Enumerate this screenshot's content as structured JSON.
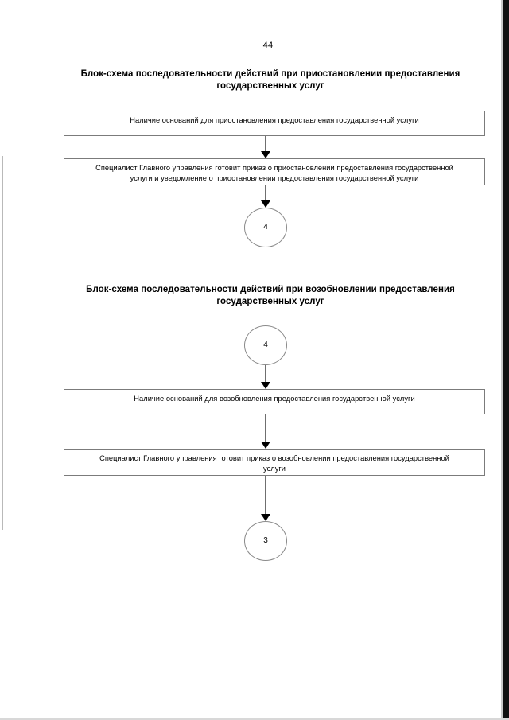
{
  "page": {
    "number": "44"
  },
  "sections": [
    {
      "title": "Блок-схема последовательности действий при приостановлении предоставления государственных услуг",
      "nodes": [
        {
          "type": "process",
          "text": "Наличие оснований для приостановления предоставления государственной услуги"
        },
        {
          "type": "process",
          "text": "Специалист Главного управления готовит приказ о приостановлении предоставления государственной услуги и уведомление о приостановлении предоставления государственной услуги"
        },
        {
          "type": "connector",
          "text": "4"
        }
      ]
    },
    {
      "title": "Блок-схема последовательности действий при возобновлении предоставления государственных услуг",
      "nodes": [
        {
          "type": "connector",
          "text": "4"
        },
        {
          "type": "process",
          "text": "Наличие оснований для возобновления предоставления государственной услуги"
        },
        {
          "type": "process",
          "text": "Специалист Главного управления готовит приказ о возобновлении предоставления государственной услуги"
        },
        {
          "type": "connector",
          "text": "3"
        }
      ]
    }
  ]
}
